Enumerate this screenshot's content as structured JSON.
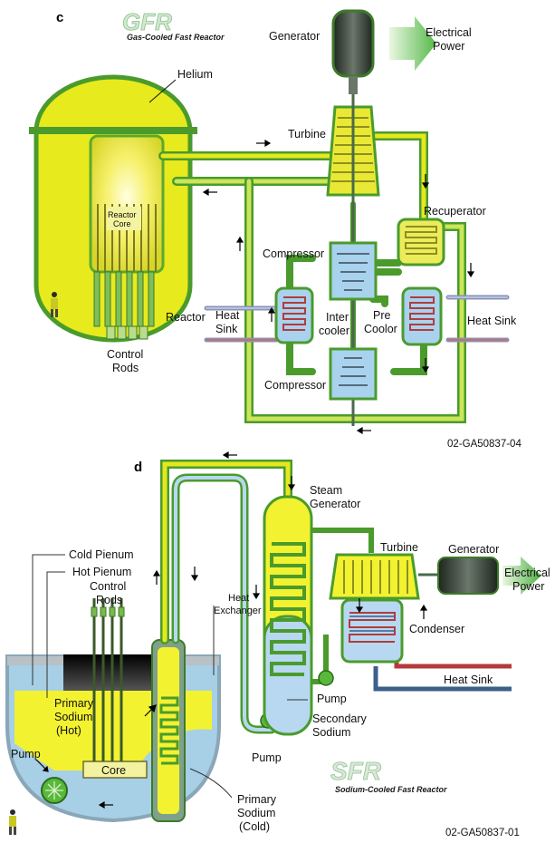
{
  "gfr": {
    "panel_letter": "c",
    "logo_abbr": "GFR",
    "logo_text": "Gas-Cooled Fast Reactor",
    "labels": {
      "generator": "Generator",
      "electrical_power_1": "Electrical",
      "electrical_power_2": "Power",
      "helium": "Helium",
      "turbine": "Turbine",
      "recuperator": "Recuperator",
      "reactor_core_1": "Reactor",
      "reactor_core_2": "Core",
      "compressor_top": "Compressor",
      "heat_sink_left_1": "Heat",
      "heat_sink_left_2": "Sink",
      "intercooler_1": "Inter",
      "intercooler_2": "cooler",
      "precooler_1": "Pre",
      "precooler_2": "Coolor",
      "heat_sink_right": "Heat Sink",
      "reactor": "Reactor",
      "control_rods_1": "Control",
      "control_rods_2": "Rods",
      "compressor_bottom": "Compressor"
    },
    "figure_code": "02-GA50837-04"
  },
  "sfr": {
    "panel_letter": "d",
    "logo_abbr": "SFR",
    "logo_text": "Sodium-Cooled Fast Reactor",
    "labels": {
      "steam_generator_1": "Steam",
      "steam_generator_2": "Generator",
      "cold_plenum": "Cold Pienum",
      "hot_plenum": "Hot Pienum",
      "control_rods_1": "Control",
      "control_rods_2": "Rods",
      "turbine": "Turbine",
      "generator": "Generator",
      "electrical_power_1": "Electrical",
      "electrical_power_2": "Power",
      "heat_exchanger_1": "Heat",
      "heat_exchanger_2": "Exchanger",
      "condenser": "Condenser",
      "primary_hot_1": "Primary",
      "primary_hot_2": "Sodium",
      "primary_hot_3": "(Hot)",
      "heat_sink": "Heat Sink",
      "pump_secondary": "Pump",
      "secondary_sodium_1": "Secondary",
      "secondary_sodium_2": "Sodium",
      "pump_left": "Pump",
      "core": "Core",
      "pump_bottom": "Pump",
      "primary_cold_1": "Primary",
      "primary_cold_2": "Sodium",
      "primary_cold_3": "(Cold)"
    },
    "figure_code": "02-GA50837-01"
  },
  "colors": {
    "pipe_green": "#58b83a",
    "pipe_yellow": "#e6e81e",
    "vessel_yellow": "#f2f230",
    "hx_blue": "#a9d2ee",
    "cold_blue": "#b7d8f0",
    "hot_red": "#c0302a",
    "dark_green": "#3d7a2a",
    "generator_dark": "#2f3a2f"
  }
}
